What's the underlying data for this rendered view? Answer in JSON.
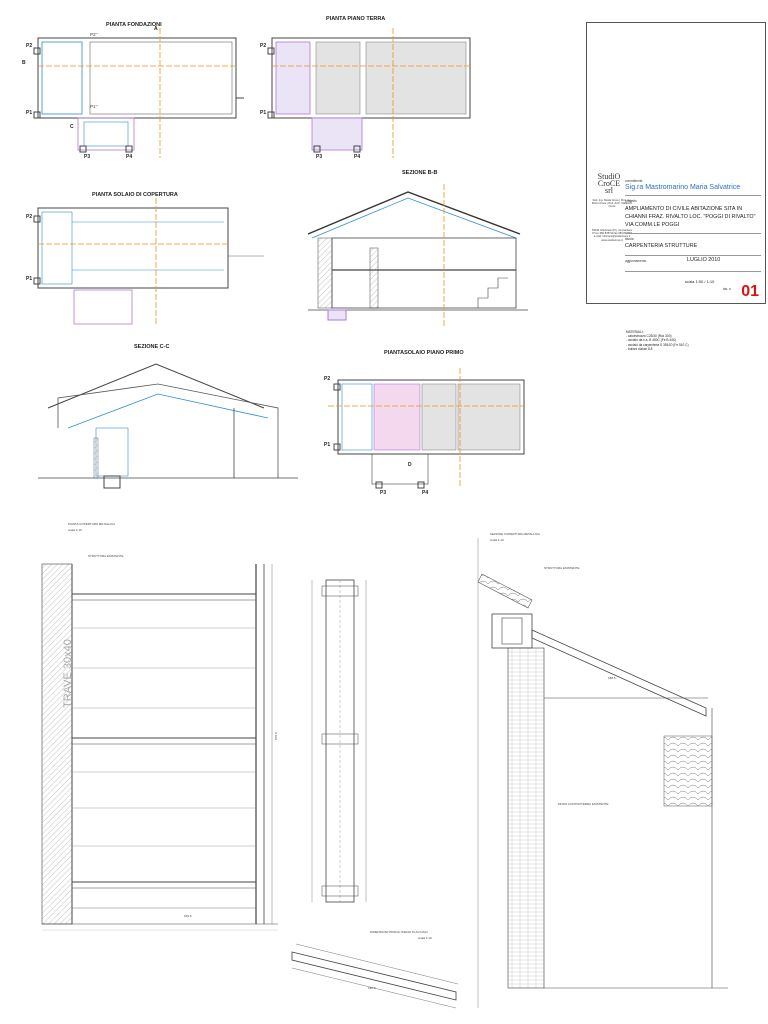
{
  "drawings": {
    "pianta_fondazioni": "PIANTA FONDAZIONI",
    "pianta_piano_terra": "PIANTA PIANO TERRA",
    "pianta_solaio_copertura": "PIANTA SOLAIO DI COPERTURA",
    "sezione_bb": "SEZIONE B-B",
    "sezione_cc": "SEZIONE C-C",
    "pianta_solaio_primo": "PIANTASOLAIO PIANO PRIMO",
    "pianta_copertura_metallica": "PIANTA COPERTURA METALLICA",
    "pianta_copertura_scale": "scala 1:10",
    "sezione_copertura_metallica": "SEZIONE COPERTURA METALLICA",
    "sezione_copertura_scale": "scala 1:10",
    "dimensioni_profili": "DIMENSIONI PROFILI IPE100 IN ACCIAIO",
    "dimensioni_profili_scale": "scala 1:10",
    "trave": "TRAVE 30x40",
    "struttura_esistente": "STRUTTURA ESISTENTE",
    "muro_controterra": "MURO CONTROTERRA ESISTENTE",
    "dim_total": "879.8",
    "dim_span": "166.5",
    "dim_span2": "188.5",
    "dim_base": "186.8"
  },
  "markers": {
    "p1": "P1",
    "p2": "P2",
    "p3": "P3",
    "p4": "P4",
    "p1_": "P1''",
    "p2_": "P2''",
    "a": "A",
    "b": "B",
    "c": "C",
    "d": "D"
  },
  "title_block": {
    "committente_key": "committente",
    "committente": "Sig.ra Mastromarino Maria Salvatrice",
    "progetto_key": "progetto",
    "progetto": "AMPLIAMENTO DI CIVILE ABITAZIONE SITA IN CHIANNI FRAZ. RIVALTO LOC. \"POGGI DI RIVALTO\" VIA COMM.LE POGGI",
    "tavola_key": "tavola",
    "tavola": "CARPENTERIA STRUTTURE",
    "aggiornamento_key": "aggiornamento",
    "data": "LUGLIO 2010",
    "scala": "scala 1:50 / 1:10",
    "tav_key": "tav. n.",
    "numero": "01",
    "studio_logo": "StudiO CroCE srl",
    "studio_people": "Dott. Ing. Nicola Croce | Prof. Ing. Pietro Croce | Dott. Arch. Vladimiro Croce",
    "studio_address": "56010 Ghezzano (PI), via Cantiere 47 tel. 050 878719 fax 050 877984 e-mail: nfocroce@studiocroce.it www.studiocroce.it"
  },
  "materials": {
    "title": "MATERIALI:",
    "items": [
      "- calcestruzzo C25/30 (Rck 300)",
      "- acciaio da c.a. B 450C (Fe B 44K)",
      "- acciaio da carpenteria S 355JO (Fe 510 C)",
      "- bulloni classe 8.8"
    ]
  },
  "colors": {
    "line": "#555555",
    "blue": "#2c8fd6",
    "orange": "#f0921e",
    "purple": "#b277d8",
    "red": "#d11111",
    "hatch": "#9a9a9a"
  }
}
